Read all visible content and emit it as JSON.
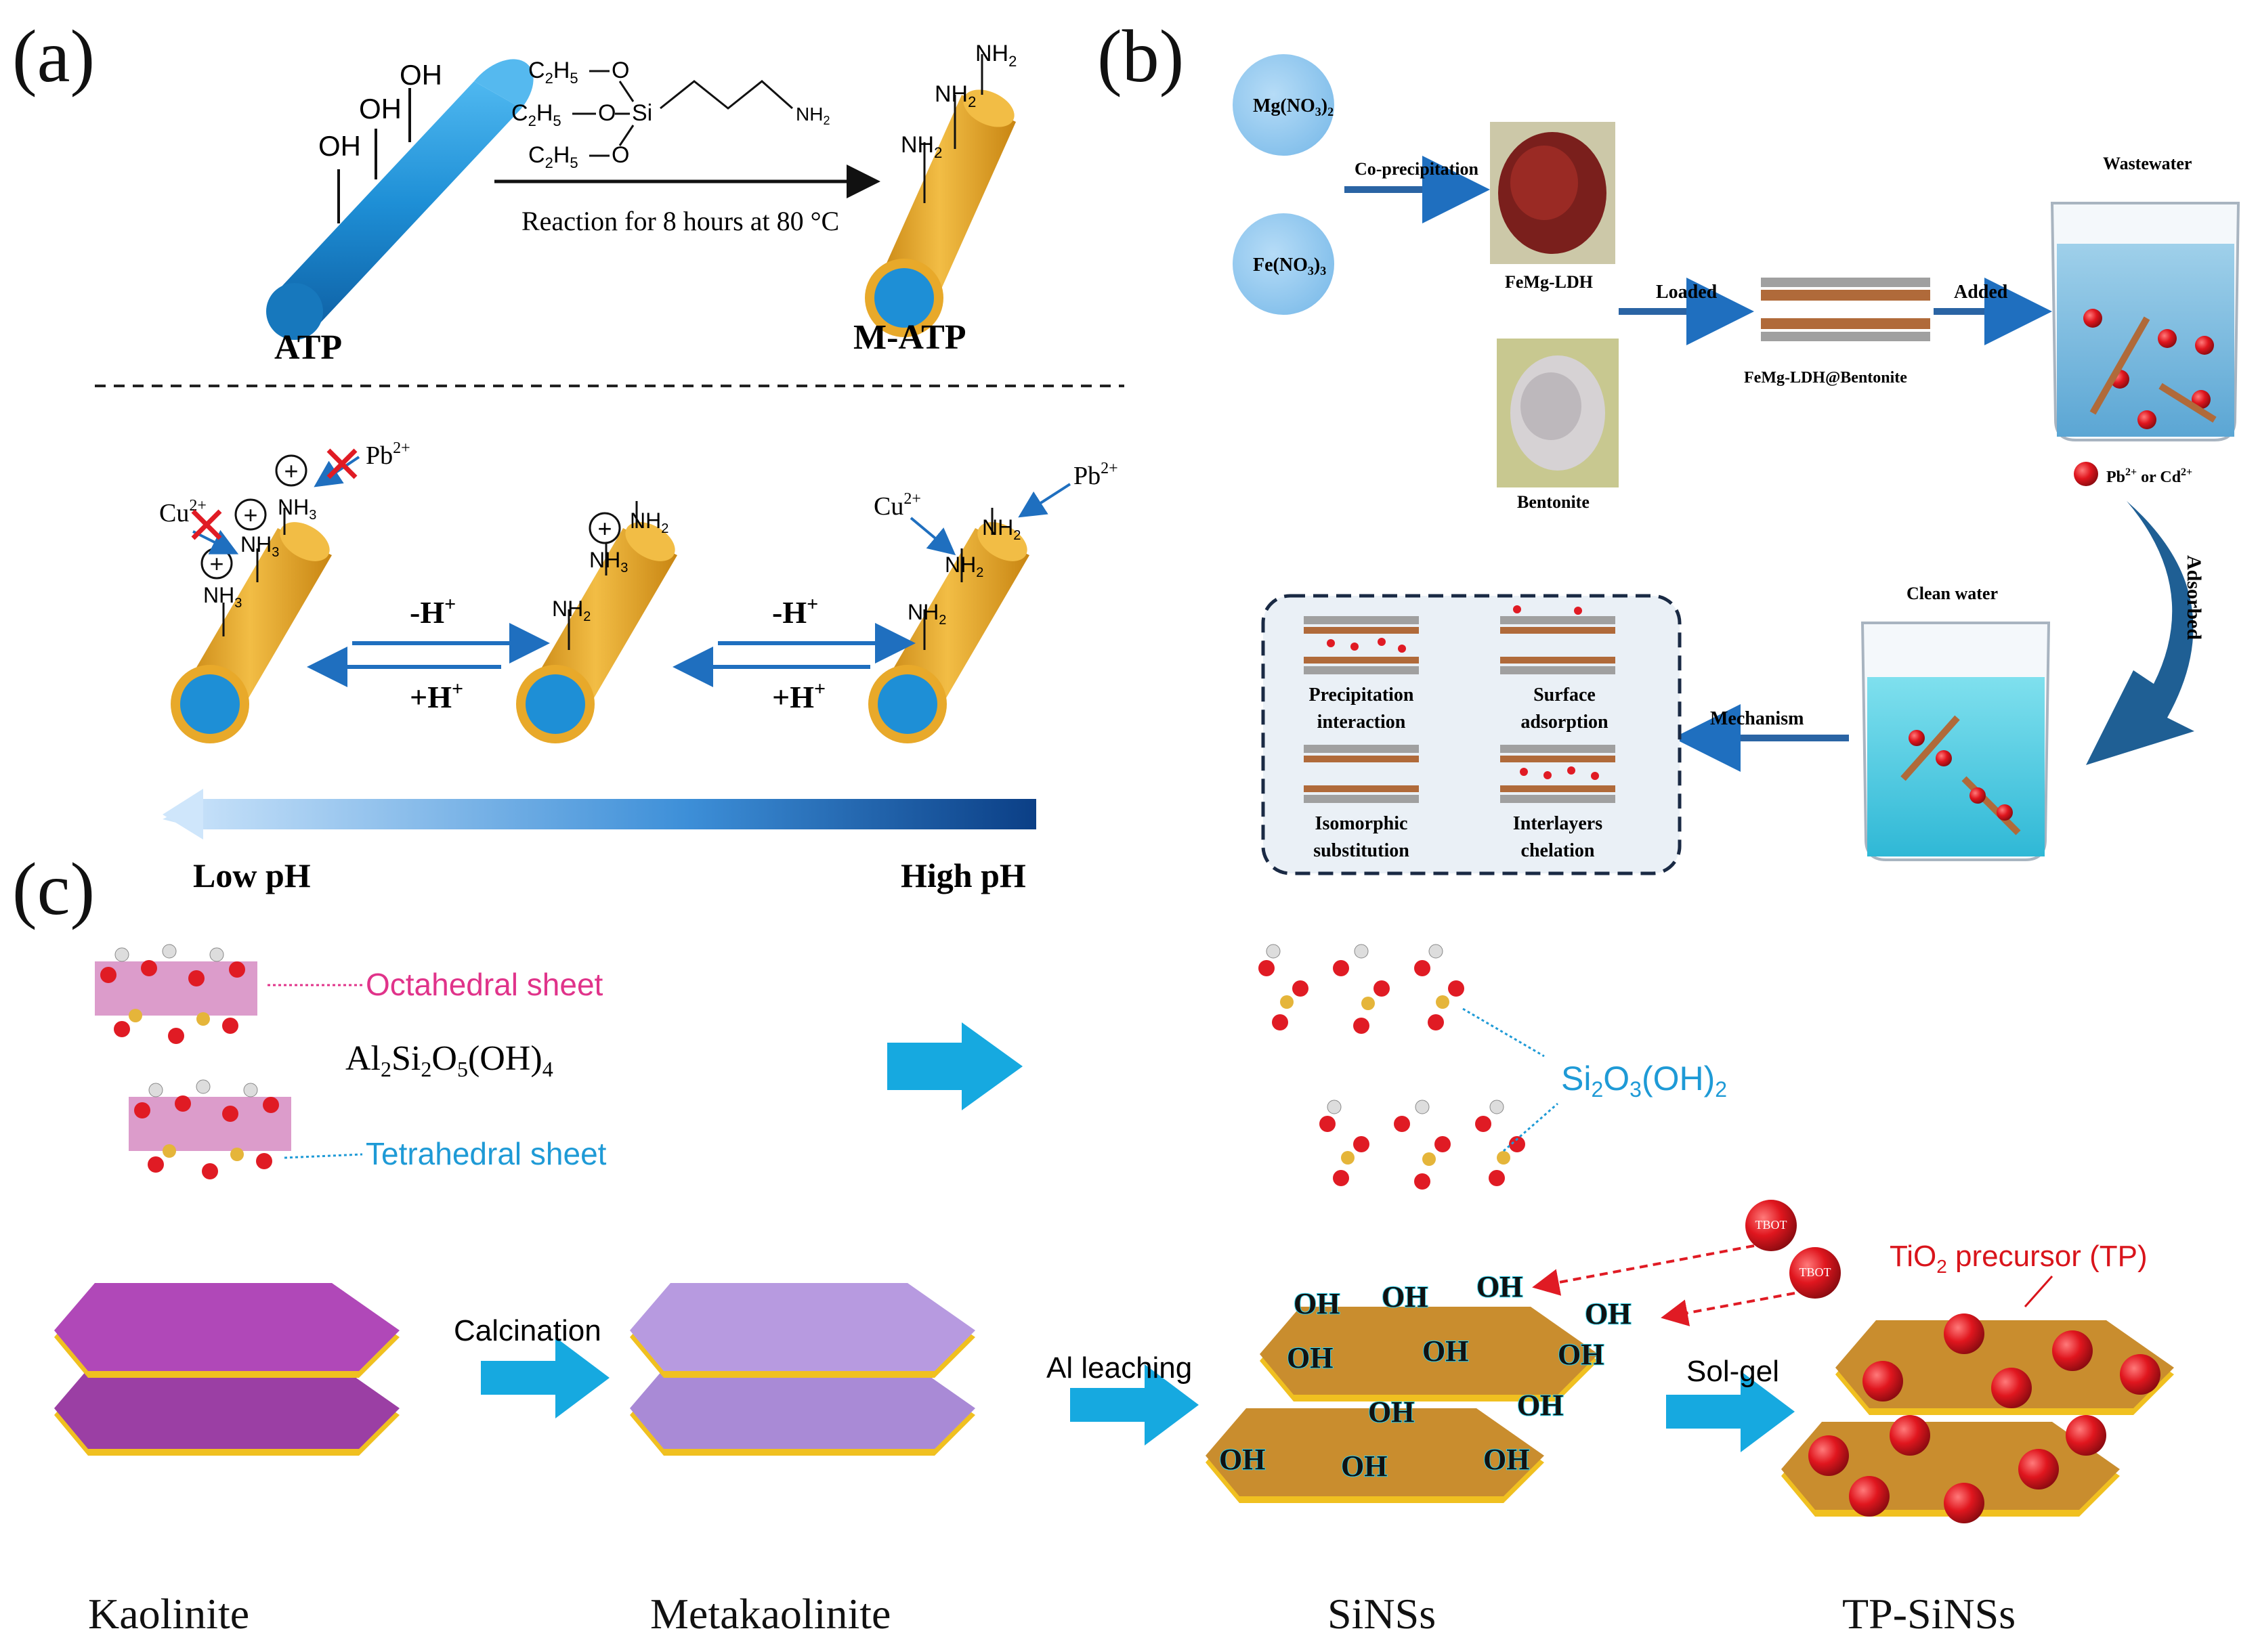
{
  "panel_a": {
    "label": "(a)",
    "reagent": {
      "c2h5_1": "C",
      "c2h5_2": "C",
      "c2h5_3": "C",
      "si": "Si",
      "nh2": "NH",
      "o": "O"
    },
    "reaction_condition": "Reaction for 8 hours at 80 °C",
    "atp_label": "ATP",
    "matp_label": "M-ATP",
    "minus_h": "-H",
    "plus_h": "+H",
    "cu": "Cu",
    "pb": "Pb",
    "low_ph": "Low pH",
    "high_ph": "High pH"
  },
  "panel_b": {
    "label": "(b)",
    "mg_salt": "Mg(NO",
    "fe_salt": "Fe(NO",
    "co_precipitation": "Co-precipitation",
    "femg_ldh": "FeMg-LDH",
    "bentonite": "Bentonite",
    "loaded": "Loaded",
    "composite": "FeMg-LDH@Bentonite",
    "added": "Added",
    "wastewater": "Wastewater",
    "ions_legend": "Pb",
    "ions_legend_or": " or Cd",
    "adsorbed": "Adsorbed",
    "clean_water": "Clean water",
    "mechanism": "Mechanism",
    "mech_items": [
      "Precipitation",
      "interaction",
      "Surface",
      "adsorption",
      "Isomorphic",
      "substitution",
      "Interlayers",
      "chelation"
    ]
  },
  "panel_c": {
    "label": "(c)",
    "octahedral": "Octahedral sheet",
    "tetrahedral": "Tetrahedral sheet",
    "kaolinite_formula": "Al2Si2O5(OH)4",
    "sinss_formula": "Si2O3(OH)2",
    "tbot": "TBOT",
    "tio2_precursor": "TiO",
    "tio2_precursor_rest": " precursor (TP)",
    "calcination": "Calcination",
    "al_leaching": "Al leaching",
    "sol_gel": "Sol-gel",
    "oh": "OH",
    "stage_labels": [
      "Kaolinite",
      "Metakaolinite",
      "SiNSs",
      "TP-SiNSs"
    ]
  },
  "colors": {
    "rod_blue": "#1e8fd6",
    "rod_gold": "#e8a92a",
    "arrow_blue": "#1f6fbf",
    "kaolinite_purple": "#9b3fa4",
    "meta_lavender": "#a98ad6",
    "sheet_gold": "#c98d2e",
    "sphere_red": "#d9141b",
    "formula_blue": "#1e9ad6",
    "octa_pink": "#e0338a",
    "process_arrow": "#16a9e0"
  }
}
